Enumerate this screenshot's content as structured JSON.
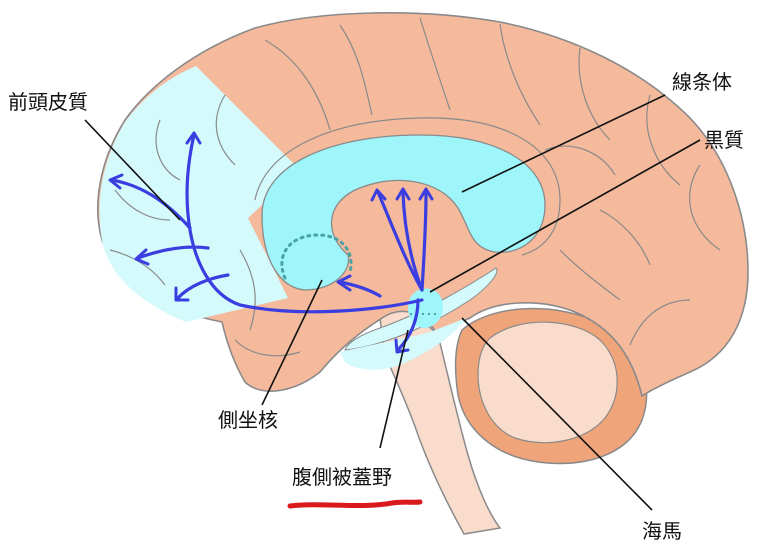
{
  "labels": {
    "prefrontal_cortex": "前頭皮質",
    "striatum": "線条体",
    "substantia_nigra": "黒質",
    "nucleus_accumbens": "側坐核",
    "ventral_tegmental_area": "腹側被蓋野",
    "hippocampus": "海馬"
  },
  "colors": {
    "cortex": "#f5b99c",
    "cortex_outline": "#8a8a8a",
    "dopamine_region": "#9ef6fa",
    "dopamine_region_light": "#d4fafc",
    "pathway": "#3a3ee0",
    "brainstem": "#f9dccb",
    "cerebellum": "#f0a47a",
    "highlight_underline": "#d9191c"
  },
  "emphasis": "ventral_tegmental_area"
}
